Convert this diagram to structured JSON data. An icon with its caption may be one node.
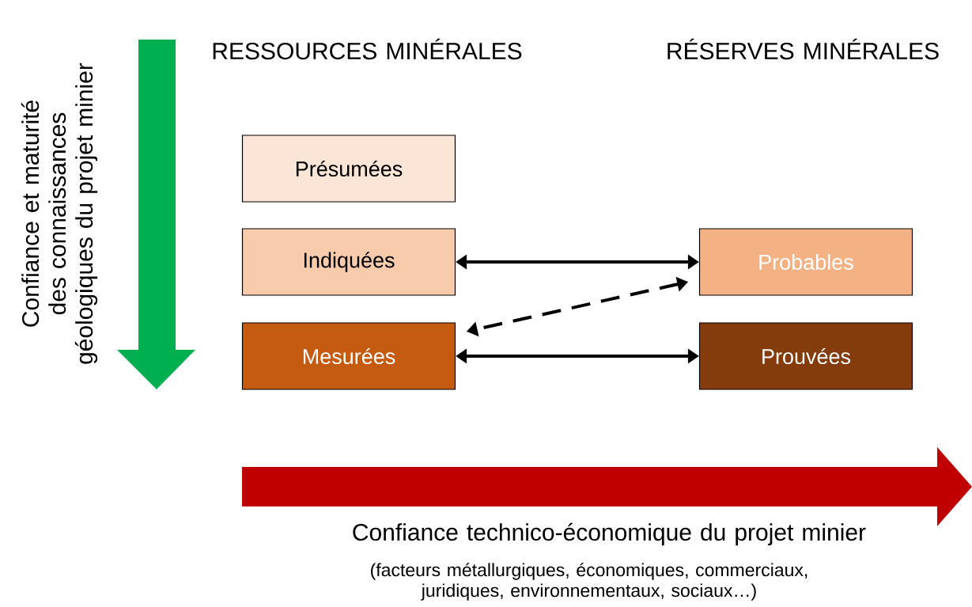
{
  "diagram": {
    "nodes": [
      {
        "text": [
          "Présumées"
        ]
      },
      {
        "text": [
          "Indiquées"
        ]
      },
      {
        "text": [
          "Mesurées"
        ]
      },
      {
        "text": [
          "Probables"
        ]
      },
      {
        "text": [
          "Prouvées"
        ]
      }
    ],
    "edges": [
      {
        "from": 1,
        "to": 3,
        "arrow": "both"
      },
      {
        "from": 3,
        "to": 2,
        "arrow": "both",
        "style": "dashed"
      },
      {
        "from": 2,
        "to": 4,
        "arrow": "both"
      }
    ],
    "labels": [
      "RESSOURCES MINÉRALES",
      "RÉSERVES MINÉRALES",
      "Confiance et maturité des connaissances géologiques du projet minier",
      "Confiance technico-économique du projet minier",
      "(facteurs métallurgiques, économiques, commerciaux, juridiques, environnementaux, sociaux…)"
    ]
  }
}
